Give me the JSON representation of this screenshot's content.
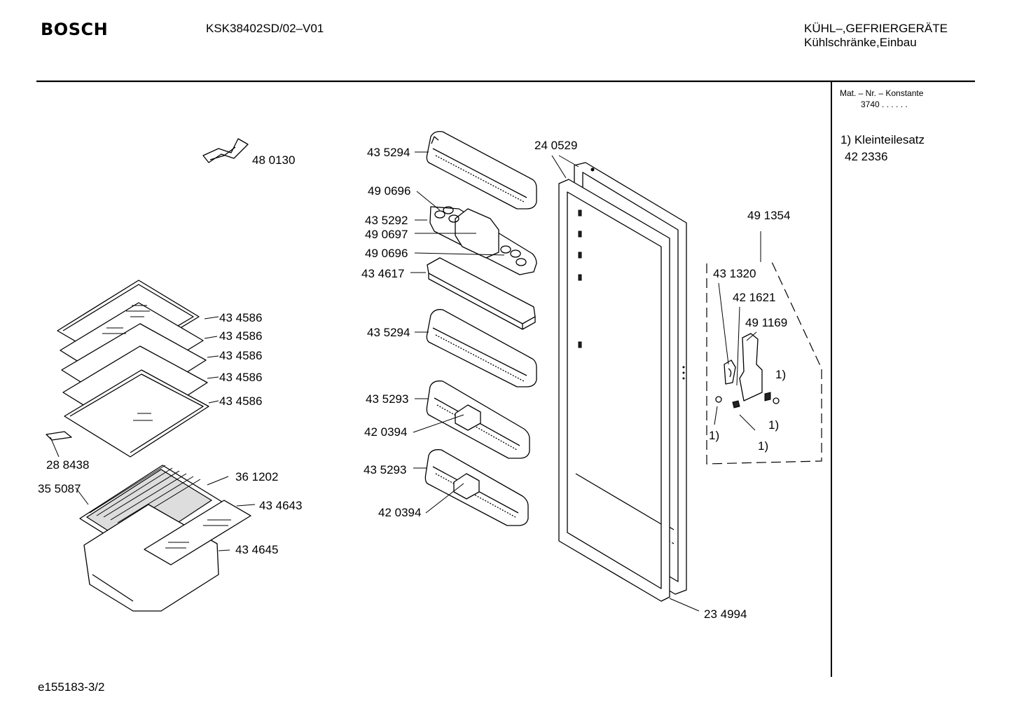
{
  "header": {
    "brand": "BOSCH",
    "model": "KSK38402SD/02–V01",
    "category": "KÜHL–,GEFRIERGERÄTE",
    "subcategory": "Kühlschränke,Einbau"
  },
  "sidebar": {
    "mat_label": "Mat. – Nr. – Konstante",
    "mat_value": "3740 . . . . . .",
    "note_1": "1) Kleinteilesatz",
    "note_1_value": "42 2336"
  },
  "footer": {
    "doc_id": "e155183-3/2"
  },
  "parts": [
    "48 0130",
    "43 5294",
    "49 0696",
    "43 5292",
    "49 0697",
    "49 0696",
    "43 4617",
    "43 5294",
    "43 5293",
    "42 0394",
    "43 5293",
    "42 0394",
    "24 0529",
    "23 4994",
    "43 4586",
    "43 4586",
    "43 4586",
    "43 4586",
    "43 4586",
    "28 8438",
    "35 5087",
    "36 1202",
    "43 4643",
    "43 4645",
    "49 1354",
    "43 1320",
    "42 1621",
    "49 1169",
    "1)",
    "1)",
    "1)",
    "1)"
  ]
}
